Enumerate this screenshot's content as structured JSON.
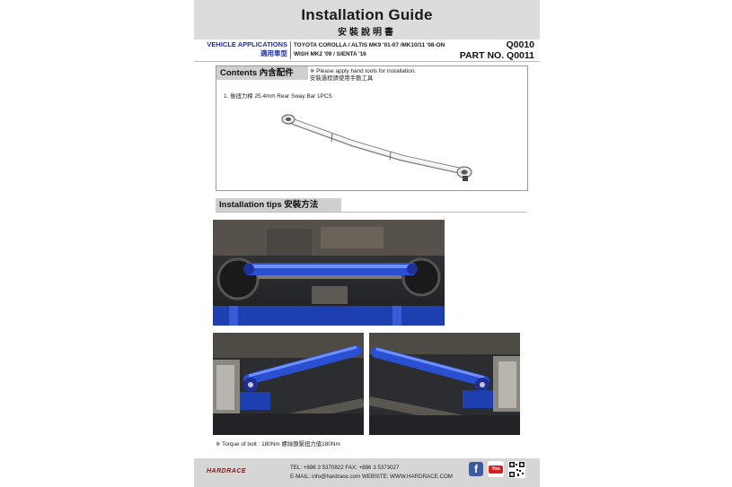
{
  "header": {
    "title": "Installation Guide",
    "subtitle": "安裝說明書"
  },
  "vehicle": {
    "label_en": "VEHICLE APPLICATIONS",
    "label_zh": "適用車型",
    "models_line1": "TOYOTA COROLLA / ALTIS MK9 '01-07 /MK10/11 '08-ON",
    "models_line2": "WISH MK2 '09 / SIENTA '16"
  },
  "part": {
    "number_top": "Q0010",
    "number_bottom": "PART NO. Q0011"
  },
  "contents": {
    "heading": "Contents 內含配件",
    "note_line1": "※ Please apply hand tools for installation.",
    "note_line2": "安裝過程請使用手動工具",
    "item1": "1. 後扭力桿 25.4mm Rear Sway Bar 1PCS"
  },
  "tips": {
    "heading": "Installation tips 安裝方法",
    "torque_note": "※ Torque of bolt : 180Nm   螺絲鎖緊扭力值180Nm"
  },
  "footer": {
    "logo_text": "HARDRACE",
    "tel_fax": "TEL: +886 3 5370822   FAX: +886 3 5373027",
    "email_web": "E-MAIL: info@hardrace.com   WEBSITE: WWW.HARDRACE.COM",
    "fb_glyph": "f",
    "yt_text": "You",
    "icons": [
      "facebook-icon",
      "youtube-icon",
      "qr-code-icon"
    ]
  },
  "colors": {
    "header_bg": "#dcdcdc",
    "vehicle_label": "#1f2f9a",
    "section_tab_bg": "#cfcfcf",
    "sway_bar_blue": "#2a4fd0"
  }
}
